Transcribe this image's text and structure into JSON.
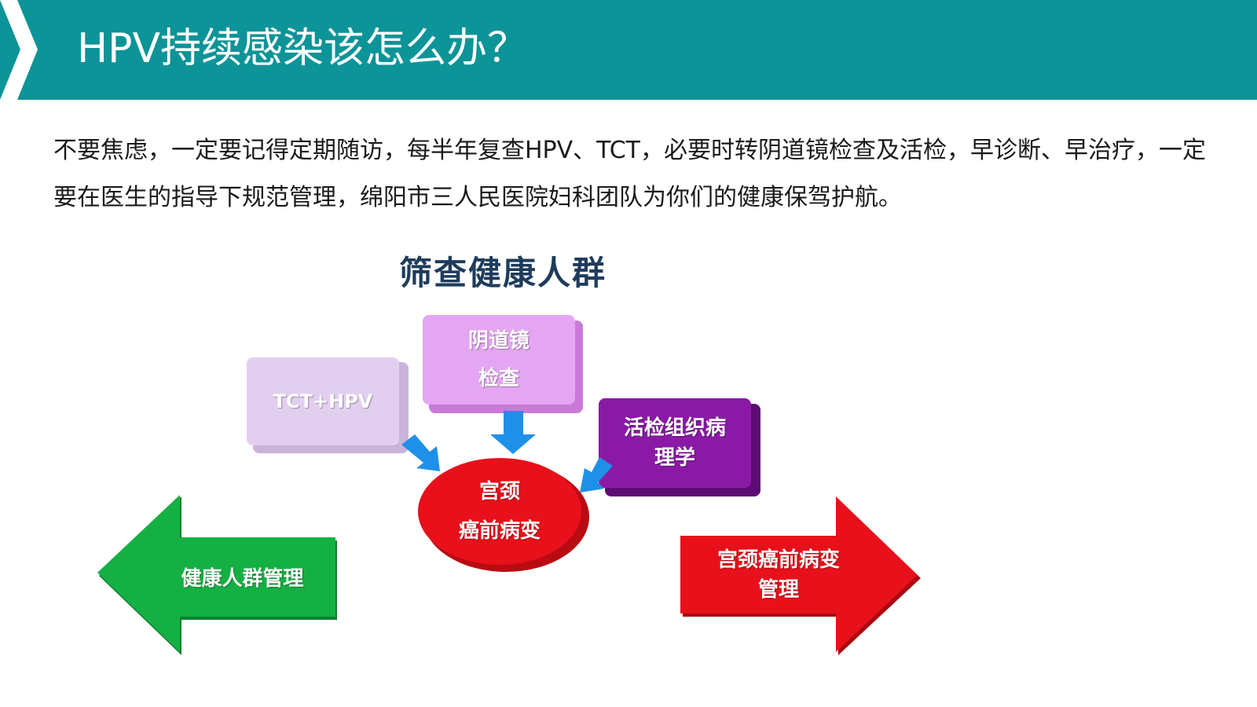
{
  "header": {
    "title": "HPV持续感染该怎么办？"
  },
  "content": {
    "paragraph": "不要焦虑，一定要记得定期随访，每半年复查HPV、TCT，必要时转阴道镜检查及活检，早诊断、早治疗，一定要在医生的指导下规范管理，绵阳市三人民医院妇科团队为你们的健康保驾护航。"
  },
  "diagram": {
    "title": "筛查健康人群",
    "box_tct_hpv": "TCT+HPV",
    "box_colposcopy": [
      "阴道镜",
      "检查"
    ],
    "box_biopsy": [
      "活检组织病",
      "理学"
    ],
    "circle_center": [
      "宫颈",
      "癌前病变"
    ],
    "arrow_left": "健康人群管理",
    "arrow_right": [
      "宫颈癌前病变",
      "管理"
    ]
  },
  "colors": {
    "header": "#0d9498",
    "tct_box": "#e2cff0",
    "colposcopy_box": "#e4a6f2",
    "biopsy_box": "#8a1aa6",
    "center_circle": "#e8101a",
    "left_arrow": "#15b043",
    "right_arrow": "#e8101a",
    "small_arrows": "#1e90e8"
  }
}
